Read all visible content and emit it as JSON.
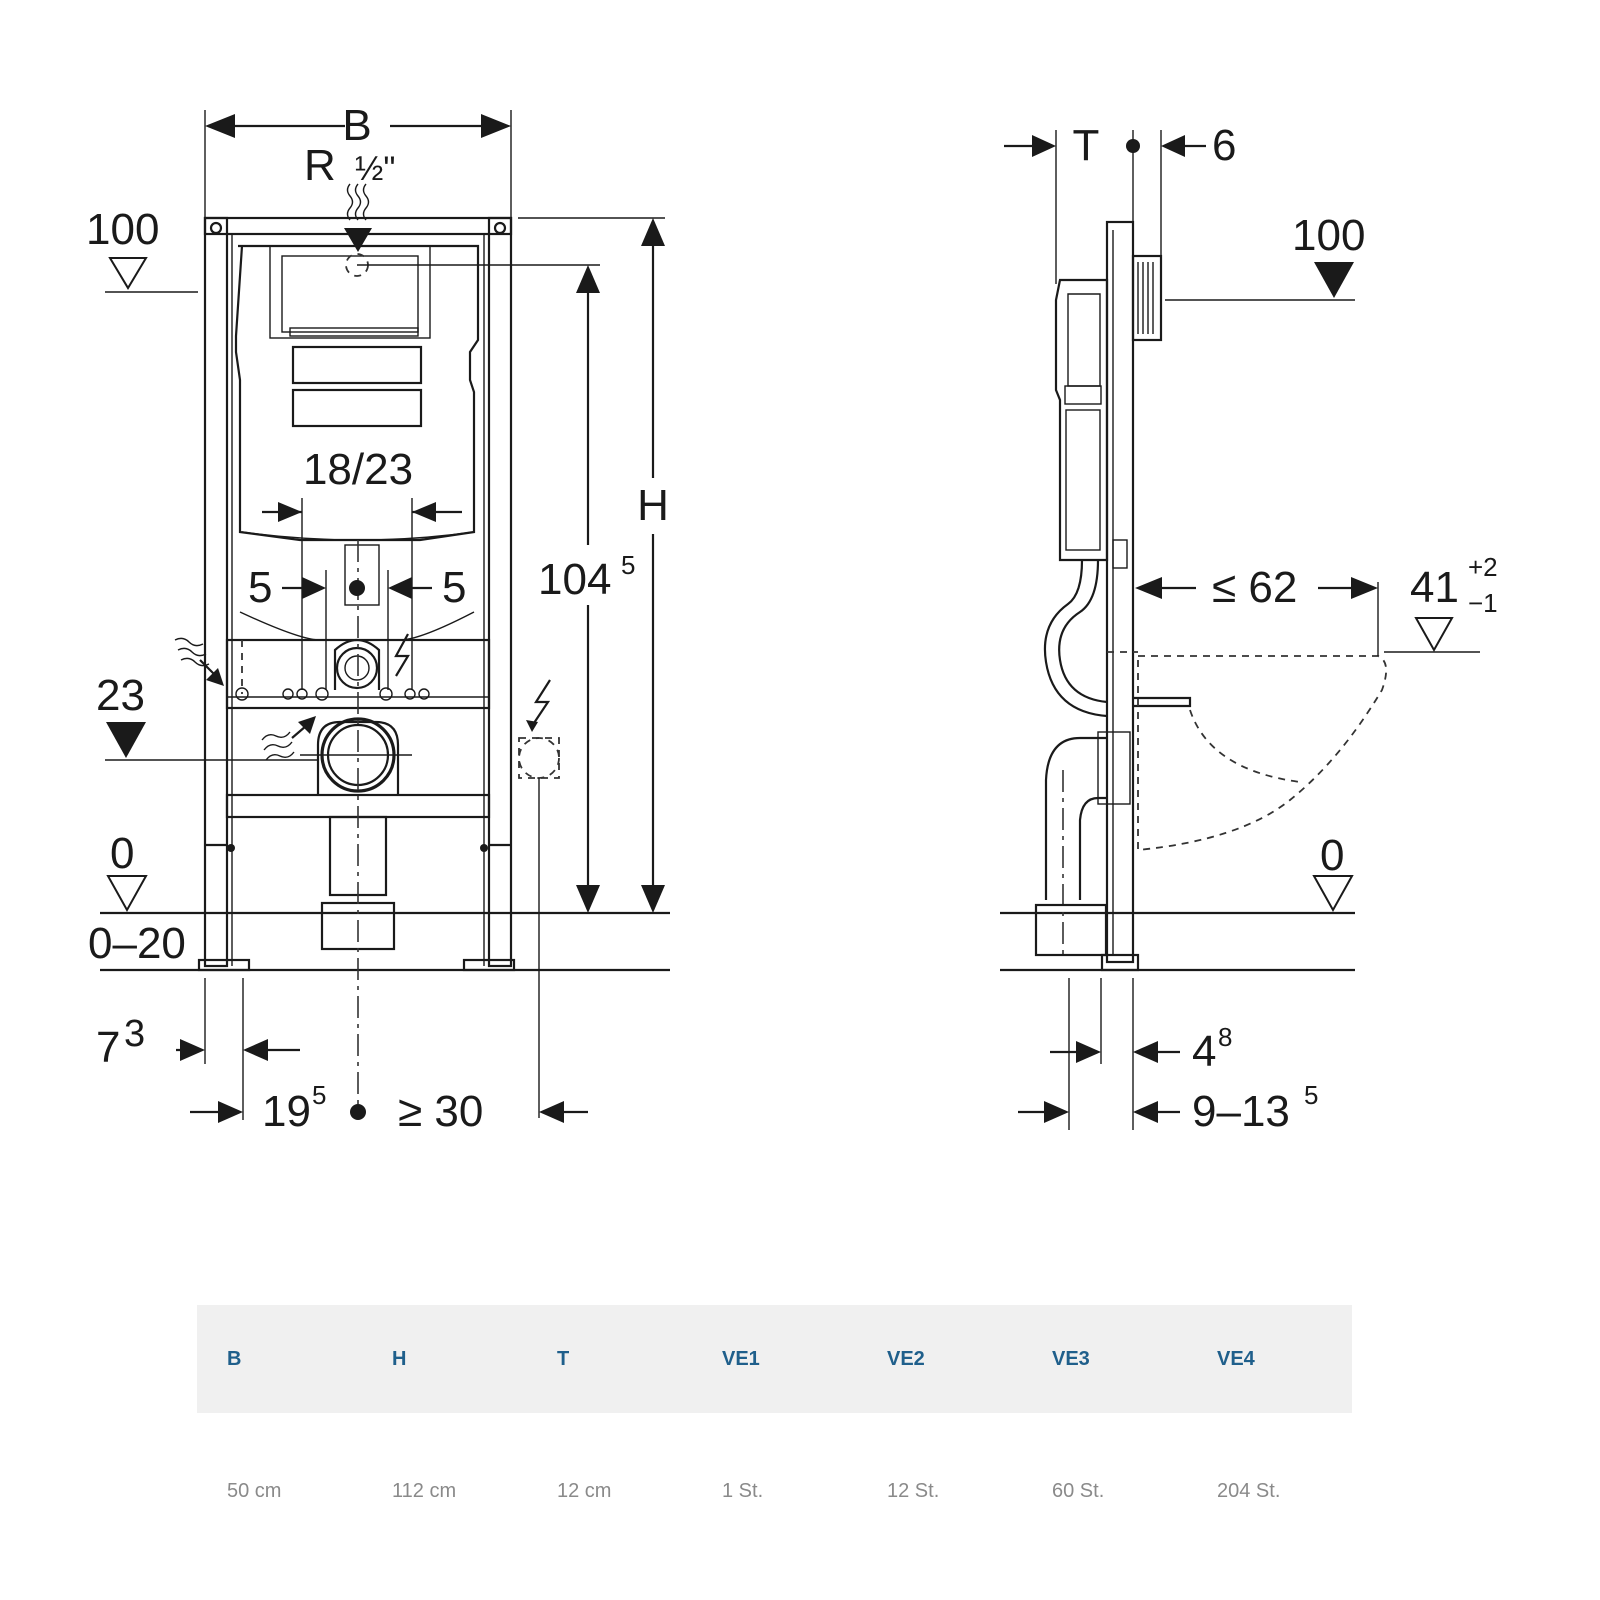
{
  "front_view": {
    "B": "B",
    "R": "R",
    "R_half": "½\"",
    "level_100": "100",
    "label_1823": "18/23",
    "left_5": "5",
    "right_5": "5",
    "H": "H",
    "dim_104": "104",
    "dim_104_sup": "5",
    "level_23": "23",
    "level_0": "0",
    "range_0_20": "0–20",
    "dim_7": "7",
    "dim_7_sup": "3",
    "dim_19": "19",
    "dim_19_sup": "5",
    "min_30": "≥ 30"
  },
  "side_view": {
    "T": "T",
    "six": "6",
    "level_100": "100",
    "max_62": "≤ 62",
    "level_41": "41",
    "tol_plus": "+2",
    "tol_minus": "−1",
    "level_0": "0",
    "dim_4": "4",
    "dim_4_sup": "8",
    "range_9_13": "9–13",
    "range_9_13_sup": "5"
  },
  "spec_table": {
    "headers": [
      "B",
      "H",
      "T",
      "VE1",
      "VE2",
      "VE3",
      "VE4"
    ],
    "values": [
      "50 cm",
      "112 cm",
      "12 cm",
      "1 St.",
      "12 St.",
      "60 St.",
      "204 St."
    ]
  }
}
